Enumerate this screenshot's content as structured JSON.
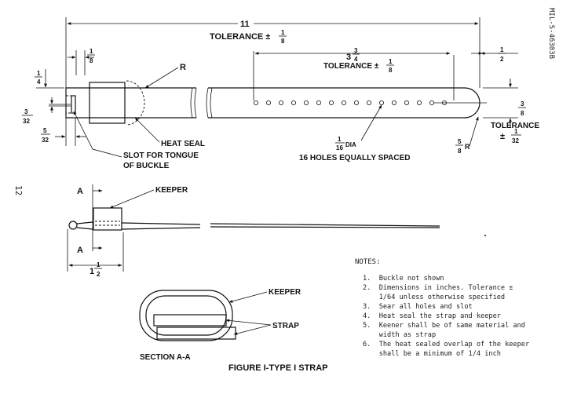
{
  "doc_number": "MIL-S-46303B",
  "page_number": "12",
  "top_view": {
    "overall_length": "11",
    "tolerance_overall": "TOLERANCE ±",
    "tol_overall_frac": [
      "1",
      "8"
    ],
    "hole_span_whole": "3",
    "hole_span_frac": [
      "3",
      "4"
    ],
    "tolerance_holes": "TOLERANCE ±",
    "tol_holes_frac": [
      "1",
      "8"
    ],
    "end_offset_frac": [
      "1",
      "2"
    ],
    "keeper_offset_frac": [
      "1",
      "8"
    ],
    "r_label": "R",
    "left_dim_frac": [
      "1",
      "4"
    ],
    "slot_dim_frac": [
      "3",
      "32"
    ],
    "slot_offset_frac": [
      "5",
      "32"
    ],
    "width_frac": [
      "3",
      "8"
    ],
    "tolerance_width": "TOLERANCE",
    "tol_width_frac": [
      "1",
      "32"
    ],
    "end_radius_frac": [
      "5",
      "8"
    ],
    "end_radius_suffix": "R",
    "heat_seal": "HEAT SEAL",
    "slot_line1": "SLOT FOR TONGUE",
    "slot_line2": "OF BUCKLE",
    "hole_dia_frac": [
      "1",
      "16"
    ],
    "hole_dia_suffix": "DIA",
    "holes_text": "16 HOLES EQUALLY SPACED"
  },
  "side_view": {
    "section_marker": "A",
    "keeper_label": "KEEPER",
    "loop_dim_whole": "1",
    "loop_dim_frac": [
      "1",
      "2"
    ]
  },
  "section": {
    "keeper_label": "KEEPER",
    "strap_label": "STRAP",
    "caption": "SECTION A-A"
  },
  "figure_caption": "FIGURE I-TYPE I STRAP",
  "notes": {
    "heading": "NOTES:",
    "lines": [
      "1.  Buckle not shown",
      "2.  Dimensions in inches. Tolerance ±",
      "    1/64 unless otherwise specified",
      "3.  Sear all holes and slot",
      "4.  Heat seal the strap and keeper",
      "5.  Keener shall be of same material and",
      "    width as strap",
      "6.  The heat sealed overlap of the keeper",
      "    shall be a minimum of 1/4 inch"
    ]
  }
}
